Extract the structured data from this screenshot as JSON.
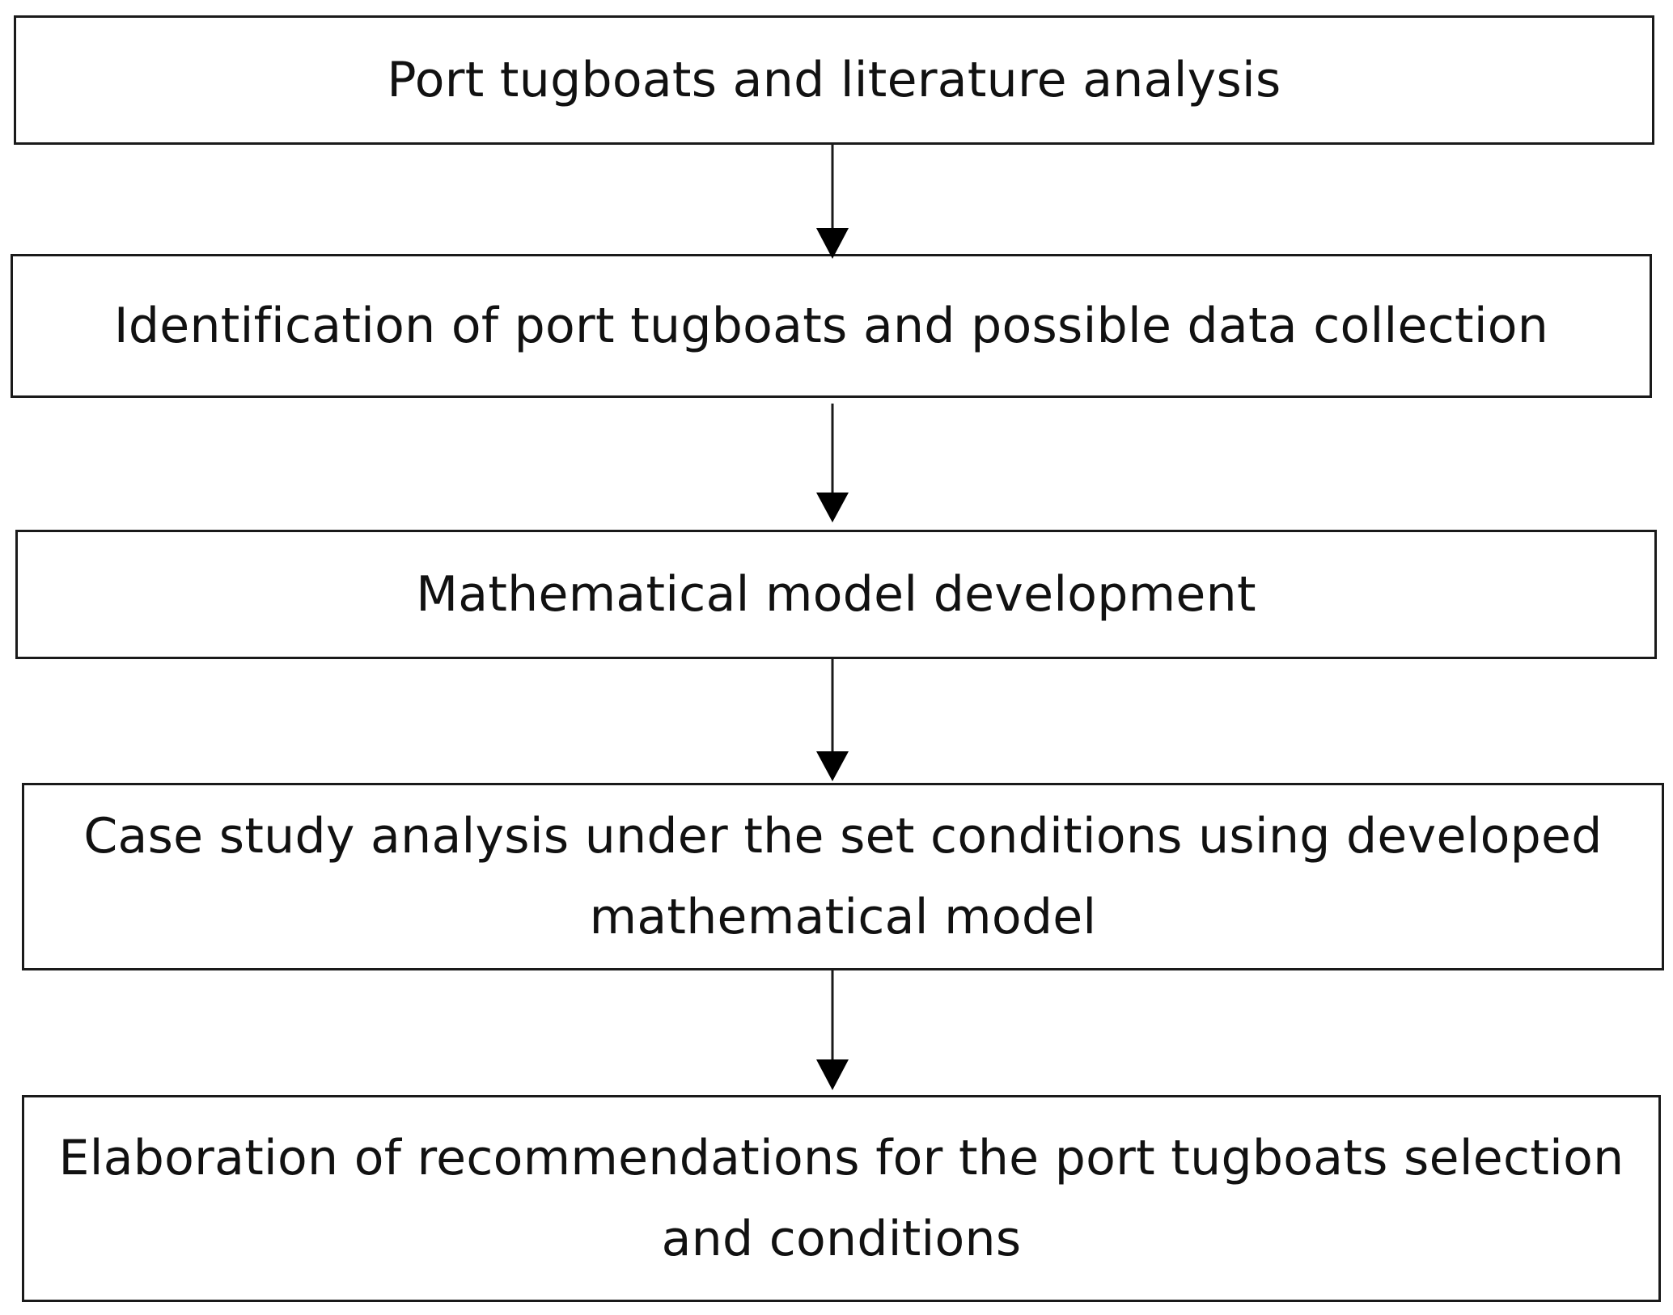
{
  "flowchart": {
    "steps": [
      {
        "text": "Port tugboats and literature analysis"
      },
      {
        "text": "Identification of port tugboats and possible data collection"
      },
      {
        "text": "Mathematical model development"
      },
      {
        "text": "Case study analysis under the set conditions using developed\nmathematical model"
      },
      {
        "text": "Elaboration of recommendations for the port tugboats selection\nand conditions"
      }
    ]
  }
}
